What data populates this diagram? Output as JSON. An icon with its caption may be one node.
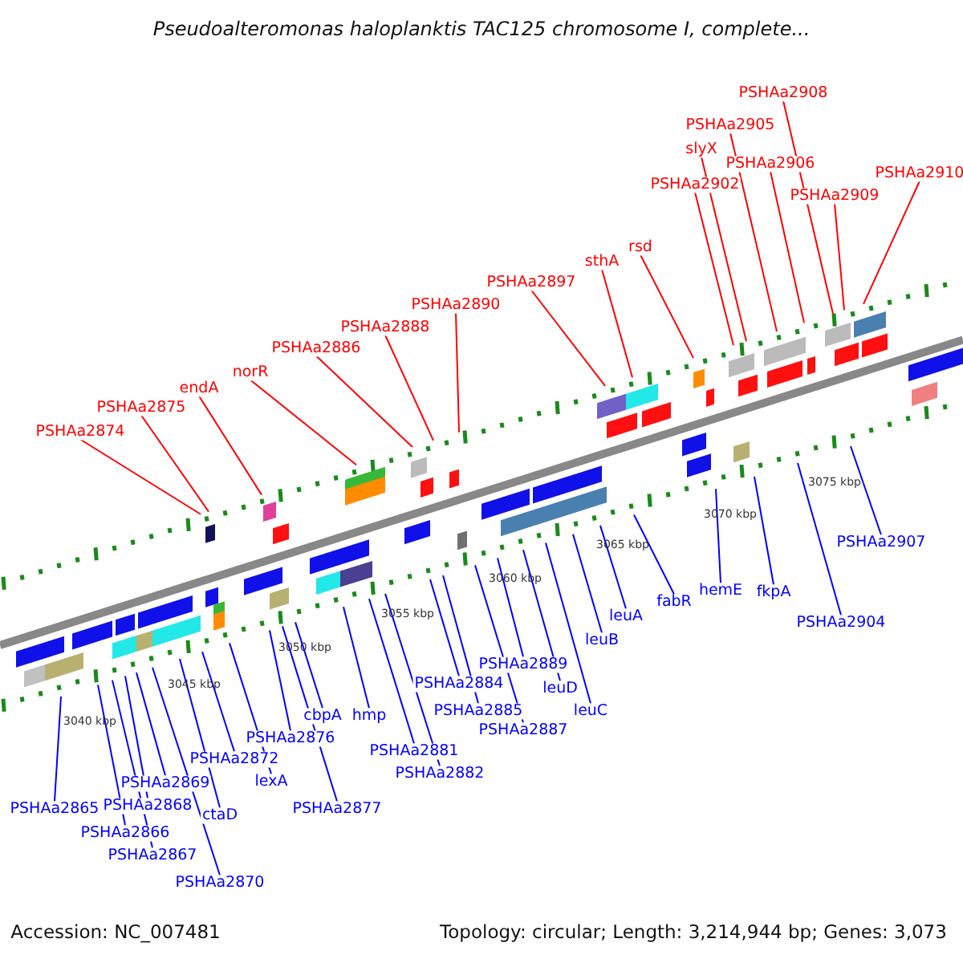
{
  "diagram": {
    "title": "Pseudoalteromonas haloplanktis TAC125 chromosome I, complete...",
    "nodes": [
      {
        "text": [
          "PSHAa2874"
        ]
      },
      {
        "text": [
          "PSHAa2875"
        ]
      },
      {
        "text": [
          "endA"
        ]
      },
      {
        "text": [
          "norR"
        ]
      },
      {
        "text": [
          "PSHAa2886"
        ]
      },
      {
        "text": [
          "PSHAa2888"
        ]
      },
      {
        "text": [
          "PSHAa2890"
        ]
      },
      {
        "text": [
          "PSHAa2897"
        ]
      },
      {
        "text": [
          "sthA"
        ]
      },
      {
        "text": [
          "rsd"
        ]
      },
      {
        "text": [
          "PSHAa2902"
        ]
      },
      {
        "text": [
          "slyX"
        ]
      },
      {
        "text": [
          "PSHAa2905"
        ]
      },
      {
        "text": [
          "PSHAa2906"
        ]
      },
      {
        "text": [
          "PSHAa2908"
        ]
      },
      {
        "text": [
          "PSHAa2909"
        ]
      },
      {
        "text": [
          "PSHAa2910"
        ]
      },
      {
        "text": [
          "PSHAa2865"
        ]
      },
      {
        "text": [
          "PSHAa2866"
        ]
      },
      {
        "text": [
          "PSHAa2867"
        ]
      },
      {
        "text": [
          "PSHAa2868"
        ]
      },
      {
        "text": [
          "PSHAa2869"
        ]
      },
      {
        "text": [
          "PSHAa2870"
        ]
      },
      {
        "text": [
          "ctaD"
        ]
      },
      {
        "text": [
          "PSHAa2872"
        ]
      },
      {
        "text": [
          "lexA"
        ]
      },
      {
        "text": [
          "PSHAa2876"
        ]
      },
      {
        "text": [
          "cbpA"
        ]
      },
      {
        "text": [
          "PSHAa2877"
        ]
      },
      {
        "text": [
          "hmp"
        ]
      },
      {
        "text": [
          "PSHAa2881"
        ]
      },
      {
        "text": [
          "PSHAa2882"
        ]
      },
      {
        "text": [
          "PSHAa2884"
        ]
      },
      {
        "text": [
          "PSHAa2885"
        ]
      },
      {
        "text": [
          "PSHAa2887"
        ]
      },
      {
        "text": [
          "PSHAa2889"
        ]
      },
      {
        "text": [
          "leuD"
        ]
      },
      {
        "text": [
          "leuC"
        ]
      },
      {
        "text": [
          "leuB"
        ]
      },
      {
        "text": [
          "leuA"
        ]
      },
      {
        "text": [
          "fabR"
        ]
      },
      {
        "text": [
          "hemE"
        ]
      },
      {
        "text": [
          "fkpA"
        ]
      },
      {
        "text": [
          "PSHAa2904"
        ]
      },
      {
        "text": [
          "PSHAa2907"
        ]
      }
    ],
    "edges": [
      {
        "from": 0,
        "to": null,
        "arrow": "none",
        "color": "#ff0000"
      },
      {
        "from": 1,
        "to": null,
        "arrow": "none",
        "color": "#ff0000"
      },
      {
        "from": 2,
        "to": null,
        "arrow": "none",
        "color": "#ff0000"
      },
      {
        "from": 3,
        "to": null,
        "arrow": "none",
        "color": "#ff0000"
      },
      {
        "from": 4,
        "to": null,
        "arrow": "none",
        "color": "#ff0000"
      },
      {
        "from": 5,
        "to": null,
        "arrow": "none",
        "color": "#ff0000"
      },
      {
        "from": 6,
        "to": null,
        "arrow": "none",
        "color": "#ff0000"
      },
      {
        "from": 7,
        "to": null,
        "arrow": "none",
        "color": "#ff0000"
      },
      {
        "from": 8,
        "to": null,
        "arrow": "none",
        "color": "#ff0000"
      },
      {
        "from": 9,
        "to": null,
        "arrow": "none",
        "color": "#ff0000"
      },
      {
        "from": 10,
        "to": null,
        "arrow": "none",
        "color": "#ff0000"
      },
      {
        "from": 11,
        "to": null,
        "arrow": "none",
        "color": "#ff0000"
      },
      {
        "from": 12,
        "to": null,
        "arrow": "none",
        "color": "#ff0000"
      },
      {
        "from": 13,
        "to": null,
        "arrow": "none",
        "color": "#ff0000"
      },
      {
        "from": 14,
        "to": null,
        "arrow": "none",
        "color": "#ff0000"
      },
      {
        "from": 15,
        "to": null,
        "arrow": "none",
        "color": "#ff0000"
      },
      {
        "from": 16,
        "to": null,
        "arrow": "none",
        "color": "#ff0000"
      },
      {
        "from": 17,
        "to": null,
        "arrow": "none"
      },
      {
        "from": 18,
        "to": null,
        "arrow": "none"
      },
      {
        "from": 19,
        "to": null,
        "arrow": "none"
      },
      {
        "from": 20,
        "to": null,
        "arrow": "none"
      },
      {
        "from": 21,
        "to": null,
        "arrow": "none"
      },
      {
        "from": 22,
        "to": null,
        "arrow": "none"
      },
      {
        "from": 23,
        "to": null,
        "arrow": "none"
      },
      {
        "from": 24,
        "to": null,
        "arrow": "none"
      },
      {
        "from": 25,
        "to": null,
        "arrow": "none"
      },
      {
        "from": 26,
        "to": null,
        "arrow": "none"
      },
      {
        "from": 27,
        "to": null,
        "arrow": "none"
      },
      {
        "from": 28,
        "to": null,
        "arrow": "none"
      },
      {
        "from": 29,
        "to": null,
        "arrow": "none"
      },
      {
        "from": 30,
        "to": null,
        "arrow": "none"
      },
      {
        "from": 31,
        "to": null,
        "arrow": "none"
      },
      {
        "from": 32,
        "to": null,
        "arrow": "none"
      },
      {
        "from": 33,
        "to": null,
        "arrow": "none"
      },
      {
        "from": 34,
        "to": null,
        "arrow": "none"
      },
      {
        "from": 35,
        "to": null,
        "arrow": "none"
      },
      {
        "from": 36,
        "to": null,
        "arrow": "none"
      },
      {
        "from": 37,
        "to": null,
        "arrow": "none"
      },
      {
        "from": 38,
        "to": null,
        "arrow": "none"
      },
      {
        "from": 39,
        "to": null,
        "arrow": "none"
      },
      {
        "from": 40,
        "to": null,
        "arrow": "none"
      },
      {
        "from": 41,
        "to": null,
        "arrow": "none"
      },
      {
        "from": 42,
        "to": null,
        "arrow": "none"
      },
      {
        "from": 43,
        "to": null,
        "arrow": "none"
      },
      {
        "from": 44,
        "to": null,
        "arrow": "none"
      }
    ],
    "labels": [
      "3040 kbp",
      "3045 kbp",
      "3050 kbp",
      "3055 kbp",
      "3060 kbp",
      "3065 kbp",
      "3070 kbp",
      "3075 kbp",
      "Accession: NC_007481",
      "Topology: circular; Length: 3,214,944 bp; Genes: 3,073"
    ]
  }
}
